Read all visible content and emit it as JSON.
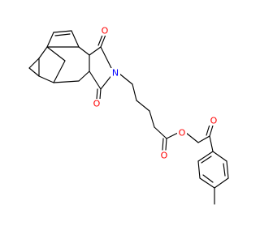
{
  "atoms": {
    "o_imide_top": {
      "label": "O",
      "color": "#ff0000"
    },
    "o_imide_bottom": {
      "label": "O",
      "color": "#ff0000"
    },
    "n_imide": {
      "label": "N",
      "color": "#0000ff"
    },
    "o_ester_carbonyl": {
      "label": "O",
      "color": "#ff0000"
    },
    "o_ester": {
      "label": "O",
      "color": "#ff0000"
    },
    "o_ketone": {
      "label": "O",
      "color": "#ff0000"
    }
  }
}
